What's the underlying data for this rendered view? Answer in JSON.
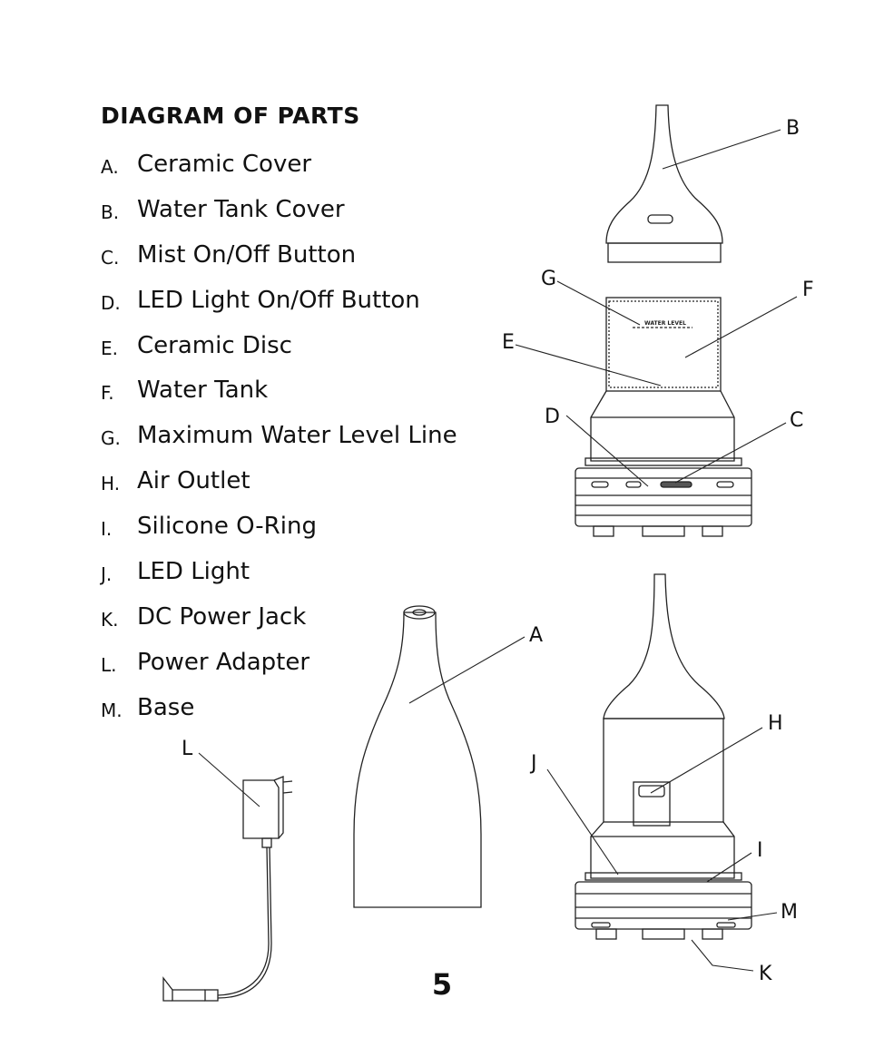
{
  "title": "DIAGRAM OF PARTS",
  "parts": [
    {
      "letter": "A.",
      "name": "Ceramic Cover"
    },
    {
      "letter": "B.",
      "name": "Water Tank Cover"
    },
    {
      "letter": "C.",
      "name": "Mist On/Off Button"
    },
    {
      "letter": "D.",
      "name": "LED Light On/Off Button"
    },
    {
      "letter": "E.",
      "name": "Ceramic Disc"
    },
    {
      "letter": "F.",
      "name": "Water Tank"
    },
    {
      "letter": "G.",
      "name": "Maximum Water Level Line"
    },
    {
      "letter": "H.",
      "name": "Air Outlet"
    },
    {
      "letter": "I.",
      "name": "Silicone O-Ring"
    },
    {
      "letter": "J.",
      "name": "LED Light"
    },
    {
      "letter": "K.",
      "name": "DC Power Jack"
    },
    {
      "letter": "L.",
      "name": "Power Adapter"
    },
    {
      "letter": "M.",
      "name": "Base"
    }
  ],
  "callouts": {
    "a": "A",
    "b": "B",
    "c": "C",
    "d": "D",
    "e": "E",
    "f": "F",
    "g": "G",
    "h": "H",
    "i": "I",
    "j": "J",
    "k": "K",
    "l": "L",
    "m": "M"
  },
  "tank_text": "WATER LEVEL",
  "page_number": "5"
}
